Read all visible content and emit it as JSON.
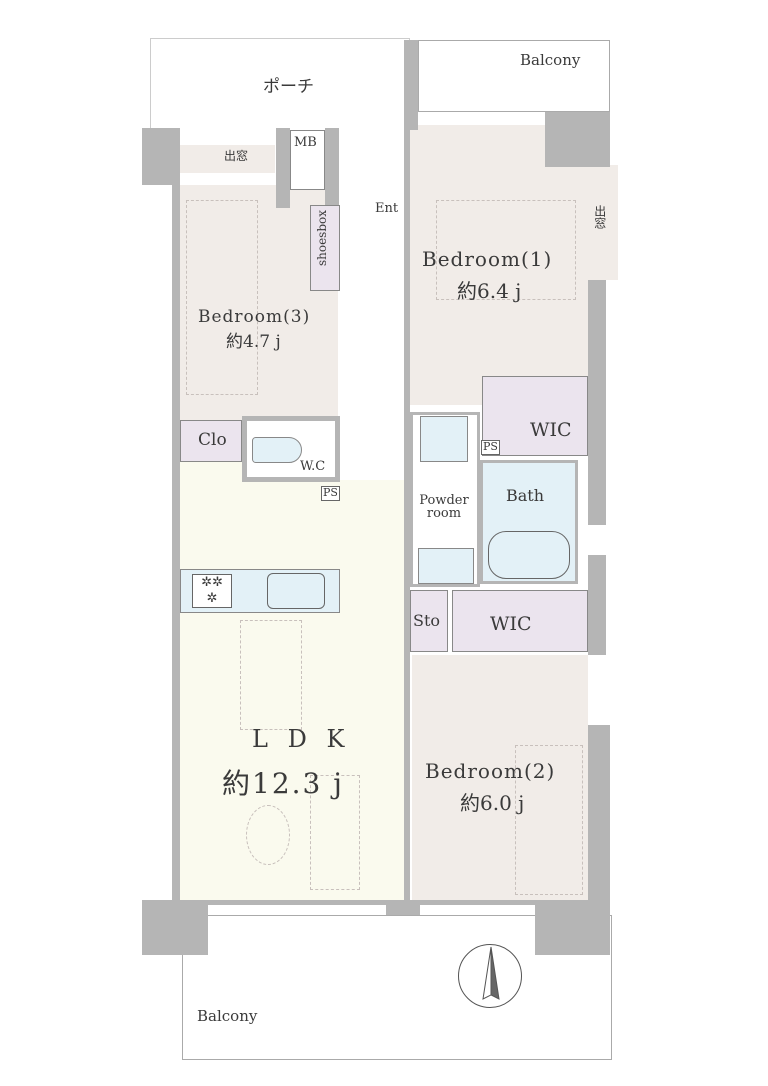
{
  "rooms": {
    "porch": "ポーチ",
    "balcony_top": "Balcony",
    "balcony_bottom": "Balcony",
    "mb": "MB",
    "bay_window_left": "出窓",
    "bay_window_right": "出窓",
    "shoesbox": "shoesbox",
    "entrance": "Ent",
    "bedroom1": {
      "name": "Bedroom(1)",
      "area": "約6.4 j"
    },
    "bedroom2": {
      "name": "Bedroom(2)",
      "area": "約6.0 j"
    },
    "bedroom3": {
      "name": "Bedroom(3)",
      "area": "約4.7 j"
    },
    "ldk": {
      "name": "L D K",
      "area": "約12.3 j"
    },
    "clo": "Clo",
    "wc": "W.C",
    "ps1": "PS",
    "ps2": "PS",
    "wic1": "WIC",
    "wic2": "WIC",
    "powder_room": "Powder room",
    "bath": "Bath",
    "sto": "Sto"
  },
  "colors": {
    "wall": "#b5b5b5",
    "bedroom": "#f1ece8",
    "ldk": "#fafaee",
    "wet": "#e3f1f7",
    "closet": "#ebe4ee"
  }
}
